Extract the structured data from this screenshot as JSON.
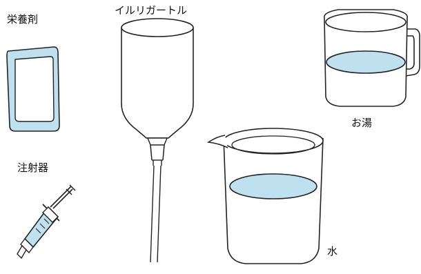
{
  "labels": {
    "nutrient": "栄養剤",
    "irrigator": "イルリガートル",
    "hot_water": "お湯",
    "syringe": "注射器",
    "water": "水"
  },
  "items": [
    {
      "id": "nutrient-pack",
      "label_key": "nutrient"
    },
    {
      "id": "irrigator",
      "label_key": "irrigator"
    },
    {
      "id": "hot-water-mug",
      "label_key": "hot_water"
    },
    {
      "id": "syringe",
      "label_key": "syringe"
    },
    {
      "id": "water-pitcher",
      "label_key": "water"
    }
  ],
  "colors": {
    "stroke": "#222222",
    "fill_liquid": "#bfe0ef",
    "fill_white": "#ffffff",
    "background": "#ffffff"
  }
}
